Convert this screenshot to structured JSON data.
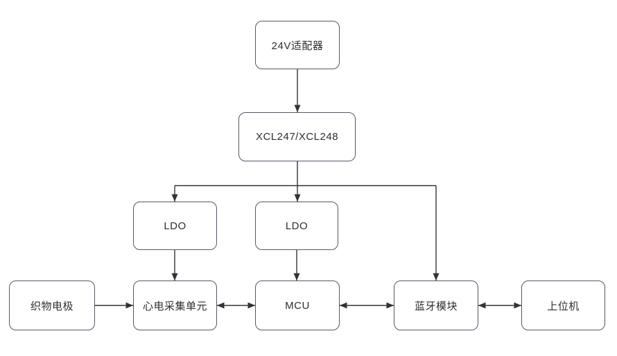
{
  "nodes": {
    "adapter_24v": {
      "label": "24V适配器"
    },
    "xcl_regulator": {
      "label": "XCL247/XCL248"
    },
    "ldo_left": {
      "label": "LDO"
    },
    "ldo_right": {
      "label": "LDO"
    },
    "fabric_electrode": {
      "label": "织物电极"
    },
    "ecg_acquisition": {
      "label": "心电采集单元"
    },
    "mcu": {
      "label": "MCU"
    },
    "bluetooth_module": {
      "label": "蓝牙模块"
    },
    "host_computer": {
      "label": "上位机"
    }
  },
  "edges": [
    {
      "from": "adapter_24v",
      "to": "xcl_regulator",
      "arrow": "single"
    },
    {
      "from": "xcl_regulator",
      "to": "ldo_left",
      "arrow": "single"
    },
    {
      "from": "xcl_regulator",
      "to": "ldo_right",
      "arrow": "single"
    },
    {
      "from": "xcl_regulator",
      "to": "bluetooth_module",
      "arrow": "single"
    },
    {
      "from": "ldo_left",
      "to": "ecg_acquisition",
      "arrow": "single"
    },
    {
      "from": "ldo_right",
      "to": "mcu",
      "arrow": "single"
    },
    {
      "from": "fabric_electrode",
      "to": "ecg_acquisition",
      "arrow": "single"
    },
    {
      "from": "ecg_acquisition",
      "to": "mcu",
      "arrow": "double"
    },
    {
      "from": "mcu",
      "to": "bluetooth_module",
      "arrow": "double"
    },
    {
      "from": "bluetooth_module",
      "to": "host_computer",
      "arrow": "double"
    }
  ],
  "colors": {
    "box_border": "#55556e",
    "arrow": "#333333",
    "text": "#2e2e2e",
    "background": "#ffffff"
  }
}
